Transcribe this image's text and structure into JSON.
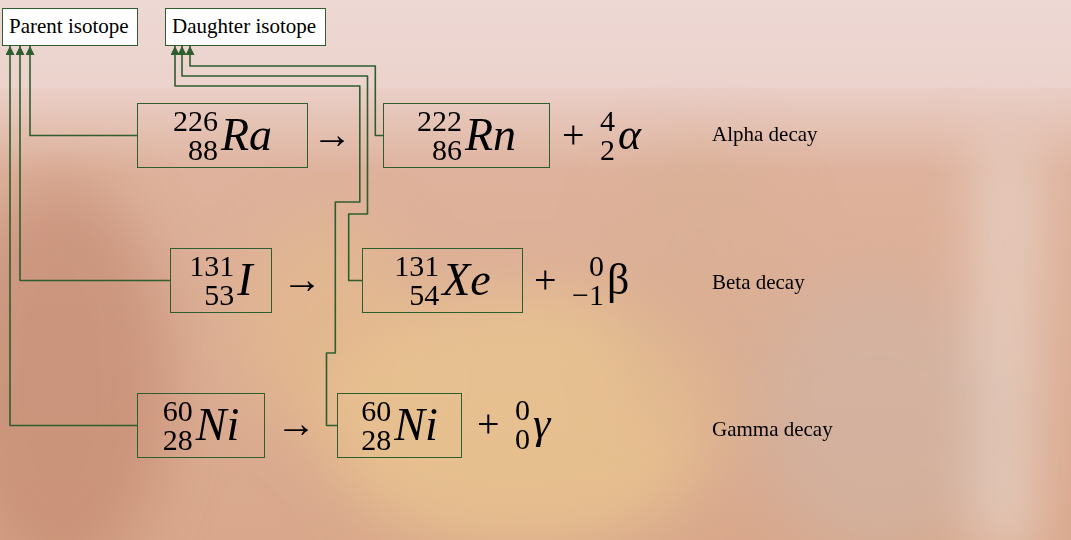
{
  "diagram": {
    "nodes": [
      {
        "text": [
          "Parent isotope"
        ]
      },
      {
        "text": [
          "Daughter isotope"
        ]
      },
      {
        "text": [
          "226",
          "88",
          "Ra"
        ]
      },
      {
        "text": [
          "222",
          "86",
          "Rn"
        ]
      },
      {
        "text": [
          "131",
          "53",
          "I"
        ]
      },
      {
        "text": [
          "131",
          "54",
          "Xe"
        ]
      },
      {
        "text": [
          "60",
          "28",
          "Ni"
        ]
      },
      {
        "text": [
          "60",
          "28",
          "Ni"
        ]
      }
    ],
    "edges": [
      {
        "from": 2,
        "to": 0,
        "arrow": "to"
      },
      {
        "from": 4,
        "to": 0,
        "arrow": "to"
      },
      {
        "from": 6,
        "to": 0,
        "arrow": "to"
      },
      {
        "from": 3,
        "to": 1,
        "arrow": "to"
      },
      {
        "from": 5,
        "to": 1,
        "arrow": "to"
      },
      {
        "from": 7,
        "to": 1,
        "arrow": "to"
      }
    ],
    "labels": [
      "→",
      "+",
      "4",
      "2",
      "α",
      "Alpha decay",
      "→",
      "+",
      "0",
      "−1",
      "β",
      "Beta decay",
      "→",
      "+",
      "0",
      "0",
      "γ",
      "Gamma decay"
    ]
  }
}
